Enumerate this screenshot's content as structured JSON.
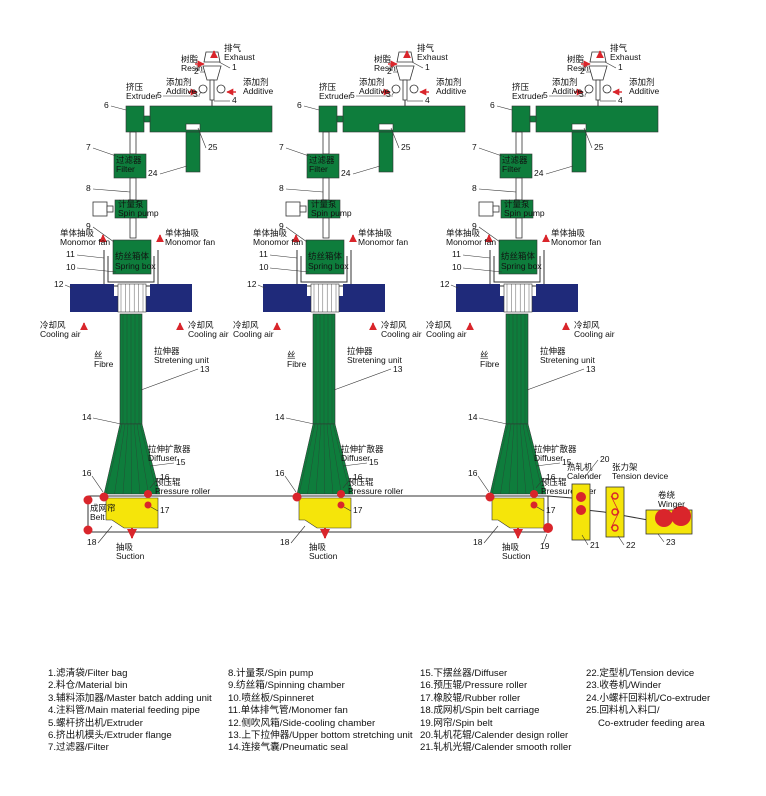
{
  "colors": {
    "green": "#0e7d3c",
    "navy": "#1f2a7a",
    "yellow": "#f5e50a",
    "red": "#d9252b",
    "dark": "#333333"
  },
  "labels": {
    "resin_cn": "树脂",
    "resin_en": "Resin",
    "exhaust_cn": "排气",
    "exhaust_en": "Exhaust",
    "additive_cn": "添加剂",
    "additive_en": "Additive",
    "extruder_cn": "挤压",
    "extruder_en": "Extruder",
    "filter_cn": "过滤器",
    "filter_en": "Filter",
    "spinpump_cn": "计量泵",
    "spinpump_en": "Spin pump",
    "monomor_cn": "单体抽吸",
    "monomor_en": "Monomor fan",
    "spinbox_cn": "纺丝箱体",
    "spinbox_en": "Spring box",
    "cooling_cn": "冷却风",
    "cooling_en": "Cooling air",
    "fibre_cn": "丝",
    "fibre_en": "Fibre",
    "stretch_cn": "拉伸器",
    "stretch_en": "Stretening unit",
    "diffuser_cn": "拉伸扩散器",
    "diffuser_en": "Diffuser",
    "pressure_cn": "预压辊",
    "pressure_en": "Pressure roller",
    "belt_cn": "成网帘",
    "belt_en": "Belt",
    "suction_cn": "抽吸",
    "suction_en": "Suction",
    "calender_cn": "热轧机",
    "calender_en": "Calender",
    "tension_cn": "张力架",
    "tension_en": "Tension device",
    "winder_cn": "卷绕",
    "winder_en": "Winger"
  },
  "numbers": {
    "n1": "1",
    "n2": "2",
    "n3": "3",
    "n4": "4",
    "n5": "5",
    "n6": "6",
    "n7": "7",
    "n8": "8",
    "n9": "9",
    "n10": "10",
    "n11": "11",
    "n12": "12",
    "n13": "13",
    "n14": "14",
    "n15": "15",
    "n16": "16",
    "n17": "17",
    "n18": "18",
    "n19": "19",
    "n20": "20",
    "n21": "21",
    "n22": "22",
    "n23": "23",
    "n24": "24",
    "n25": "25"
  },
  "legend": {
    "columns": [
      [
        "1.滤清袋/Filter bag",
        "2.料仓/Material bin",
        "3.辅料添加器/Master batch adding unit",
        "4.注料管/Main material feeding pipe",
        "5.螺杆挤出机/Extruder",
        "6.挤出机模头/Extruder flange",
        "7.过滤器/Filter"
      ],
      [
        "8.计量泵/Spin pump",
        "9.纺丝箱/Spinning chamber",
        "10.喷丝板/Spinneret",
        "11.单体排气管/Monomer fan",
        "12.侧吹风箱/Side-cooling chamber",
        "13.上下拉伸器/Upper bottom stretching unit",
        "14.连接气囊/Pneumatic seal"
      ],
      [
        "15.下摆丝器/Diffuser",
        "16.预压辊/Pressure roller",
        "17.橡胶辊/Rubber roller",
        "18.成网机/Spin belt carriage",
        "19.网帘/Spin belt",
        "20.轧机花辊/Calender design roller",
        "21.轧机光辊/Calender smooth roller"
      ],
      [
        "22.定型机/Tension device",
        "23.收卷机/Winder",
        "24.小螺杆回料机/Co-extruder",
        "25.回料机入料口/",
        "Co-extruder feeding area"
      ]
    ]
  }
}
